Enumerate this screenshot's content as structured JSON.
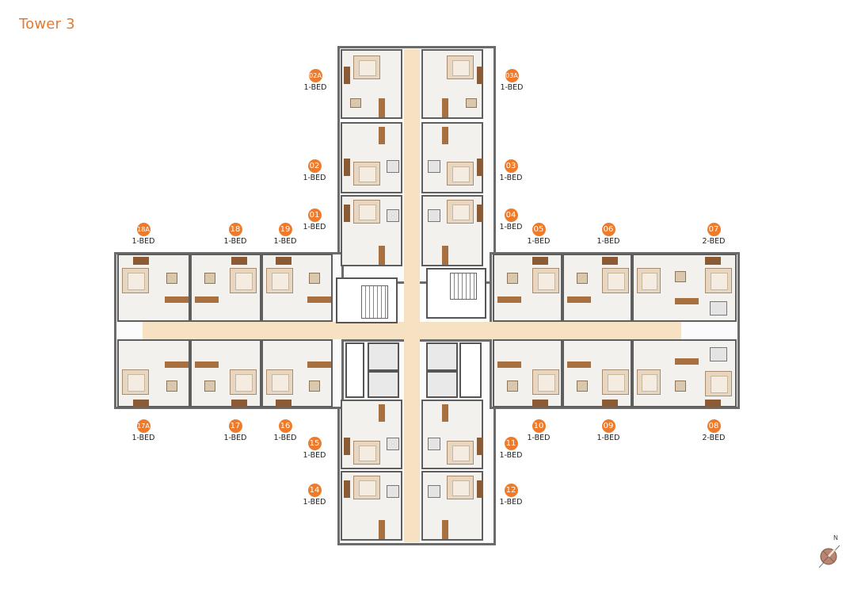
{
  "title": "Tower 3",
  "plan": {
    "corridor_color": "#f6e2c2",
    "accent_color": "#ee7b2c",
    "units": [
      {
        "id": "02A",
        "type": "1-BED"
      },
      {
        "id": "03A",
        "type": "1-BED"
      },
      {
        "id": "02",
        "type": "1-BED"
      },
      {
        "id": "03",
        "type": "1-BED"
      },
      {
        "id": "01",
        "type": "1-BED"
      },
      {
        "id": "04",
        "type": "1-BED"
      },
      {
        "id": "18A",
        "type": "1-BED"
      },
      {
        "id": "18",
        "type": "1-BED"
      },
      {
        "id": "19",
        "type": "1-BED"
      },
      {
        "id": "05",
        "type": "1-BED"
      },
      {
        "id": "06",
        "type": "1-BED"
      },
      {
        "id": "07",
        "type": "2-BED"
      },
      {
        "id": "17A",
        "type": "1-BED"
      },
      {
        "id": "17",
        "type": "1-BED"
      },
      {
        "id": "16",
        "type": "1-BED"
      },
      {
        "id": "10",
        "type": "1-BED"
      },
      {
        "id": "09",
        "type": "1-BED"
      },
      {
        "id": "08",
        "type": "2-BED"
      },
      {
        "id": "15",
        "type": "1-BED"
      },
      {
        "id": "11",
        "type": "1-BED"
      },
      {
        "id": "14",
        "type": "1-BED"
      },
      {
        "id": "12",
        "type": "1-BED"
      }
    ]
  },
  "compass": {
    "label": "N"
  }
}
